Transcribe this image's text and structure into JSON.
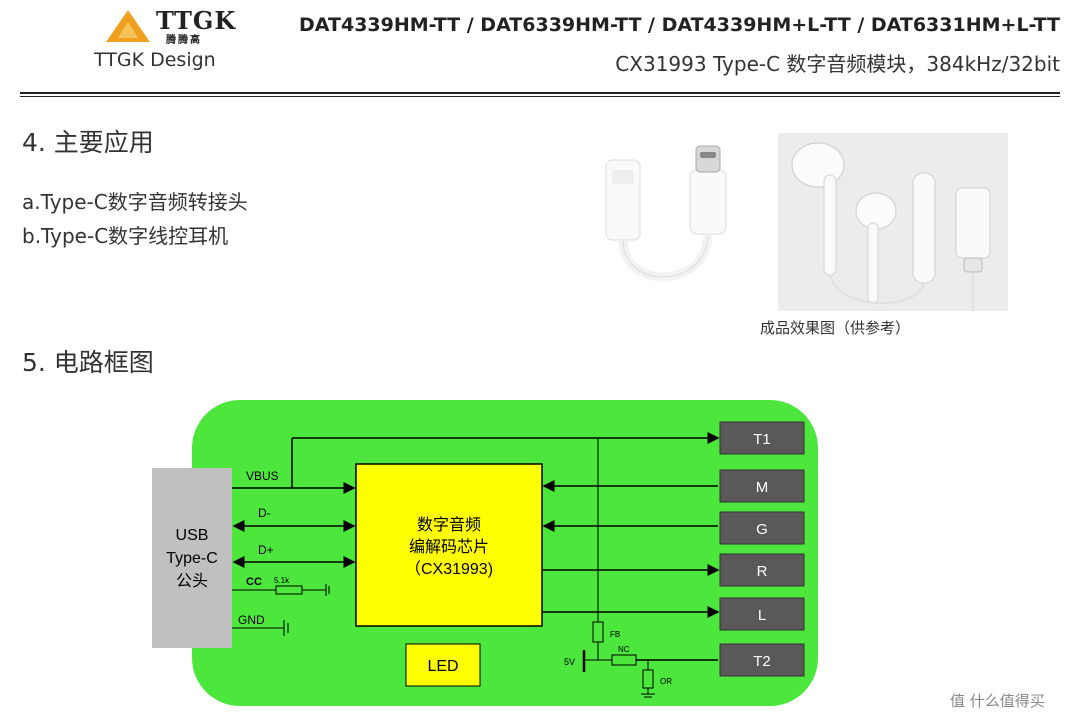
{
  "header": {
    "logo_text": "TTGK",
    "logo_cn": "腾腾高",
    "brand_sub": "TTGK Design",
    "models": "DAT4339HM-TT / DAT6339HM-TT / DAT4339HM+L-TT / DAT6331HM+L-TT",
    "spec": "CX31993 Type-C 数字音频模块，384kHz/32bit"
  },
  "section4": {
    "title": "4. 主要应用",
    "items": [
      "a.Type-C数字音频转接头",
      "b.Type-C数字线控耳机"
    ],
    "photo_caption": "成品效果图（供参考）"
  },
  "section5": {
    "title": "5. 电路框图"
  },
  "diagram": {
    "usb_label": [
      "USB",
      "Type-C",
      "公头"
    ],
    "chip_label": [
      "数字音频",
      "编解码芯片",
      "（CX31993)"
    ],
    "led_label": "LED",
    "signals": {
      "vbus": "VBUS",
      "dminus": "D-",
      "dplus": "D+",
      "cc": "CC",
      "gnd": "GND",
      "res": "5.1k"
    },
    "pins": [
      "T1",
      "M",
      "G",
      "R",
      "L",
      "T2"
    ],
    "small": {
      "fb": "FB",
      "nc": "NC",
      "v5": "5V",
      "or": "OR"
    },
    "colors": {
      "board": "#4ce63c",
      "chip": "#ffff00",
      "usb": "#c0c0c0",
      "pin": "#595959"
    }
  },
  "watermark": "值 什么值得买"
}
